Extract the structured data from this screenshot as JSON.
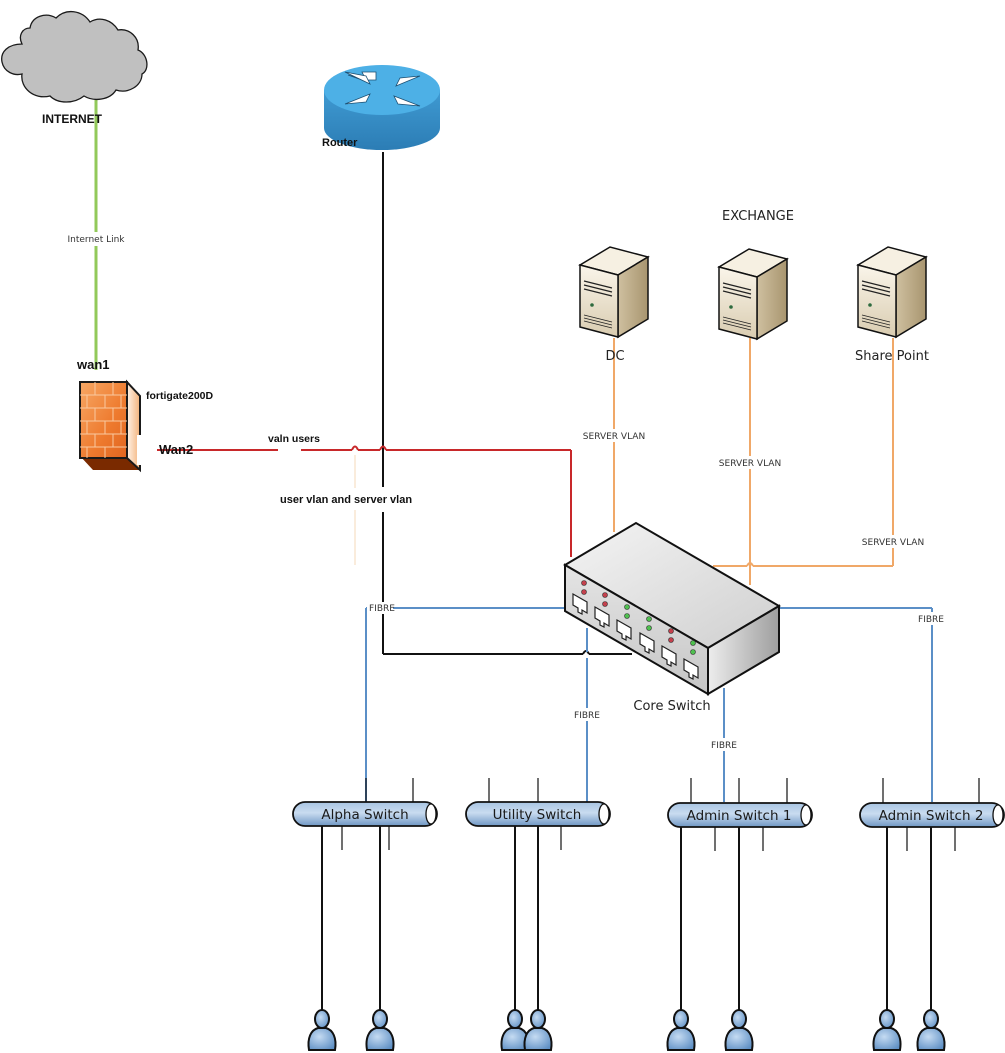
{
  "diagram": {
    "type": "network-topology",
    "nodes": {
      "internet": {
        "label": "INTERNET",
        "icon": "cloud-icon"
      },
      "router": {
        "label": "Router",
        "icon": "router-icon"
      },
      "firewall": {
        "label": "fortigate200D",
        "icon": "firewall-icon",
        "port_wan1": "wan1",
        "port_wan2": "Wan2"
      },
      "servers": [
        {
          "label": "DC",
          "icon": "server-icon"
        },
        {
          "label": "EXCHANGE",
          "icon": "server-icon"
        },
        {
          "label": "Share Point",
          "icon": "server-icon"
        }
      ],
      "core_switch": {
        "label": "Core Switch",
        "icon": "switch-icon"
      },
      "access_switches": [
        {
          "label": "Alpha Switch",
          "users": 2
        },
        {
          "label": "Utility Switch",
          "users": 2
        },
        {
          "label": "Admin Switch 1",
          "users": 2
        },
        {
          "label": "Admin Switch 2",
          "users": 2
        }
      ]
    },
    "links": {
      "internet_link": {
        "label": "Internet Link",
        "from": "INTERNET",
        "to": "wan1",
        "color": "#92c95a"
      },
      "vlan_users": {
        "label": "valn users",
        "from": "Wan2",
        "to": "Core Switch",
        "color": "#c8282a"
      },
      "user_server_vlan": {
        "label": "user vlan and server vlan",
        "from": "Router",
        "to": "Core Switch",
        "color": "#111111"
      },
      "server_vlan": [
        {
          "label": "SERVER VLAN",
          "server": "DC"
        },
        {
          "label": "SERVER VLAN",
          "server": "EXCHANGE"
        },
        {
          "label": "SERVER VLAN",
          "server": "Share Point"
        }
      ],
      "server_vlan_color": "#f0a868",
      "fibre": [
        {
          "label": "FIBRE",
          "to": "Alpha Switch"
        },
        {
          "label": "FIBRE",
          "to": "Utility Switch"
        },
        {
          "label": "FIBRE",
          "to": "Admin Switch 1"
        },
        {
          "label": "FIBRE",
          "to": "Admin Switch 2"
        }
      ],
      "fibre_color": "#5b8fc7"
    }
  }
}
